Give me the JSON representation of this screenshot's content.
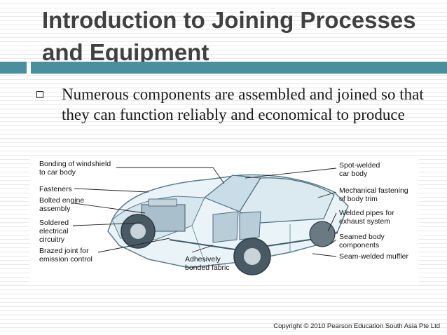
{
  "slide": {
    "title": "Introduction to Joining Processes and Equipment",
    "bullet": "Numerous components are assembled and joined so that they can function reliably and economical to produce",
    "copyright": "Copyright © 2010 Pearson Education South Asia Pte Ltd"
  },
  "figure": {
    "labels_left": [
      "Bonding of windshield\nto car body",
      "Fasteners",
      "Bolted engine\nassembly",
      "Soldered\nelectrical\ncircuitry",
      "Brazed joint for\nemission control"
    ],
    "label_bottom": "Adhesively\nbonded fabric",
    "labels_right": [
      "Spot-welded\ncar body",
      "Mechanical fastening\nof body trim",
      "Welded pipes for\nexhaust system",
      "Seamed body\ncomponents",
      "Seam-welded muffler"
    ]
  }
}
